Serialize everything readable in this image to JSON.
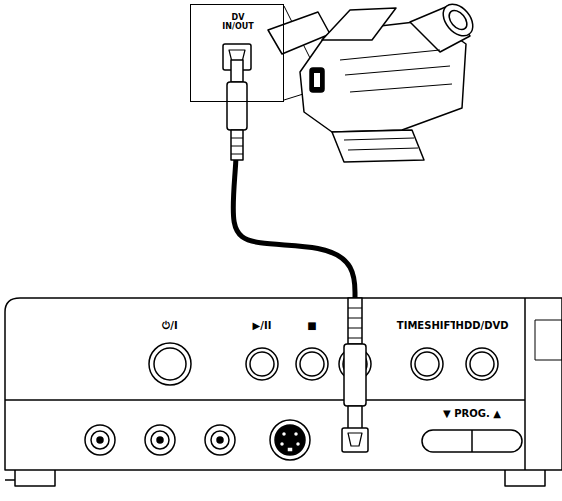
{
  "diagram": {
    "nodes": [
      {
        "text": [
          "DV IN/OUT"
        ]
      },
      {
        "text": [
          "⏻/I",
          "▶/II",
          "■",
          "TIMESHIFT",
          "HDD/DVD",
          "▼ PROG. ▲"
        ]
      }
    ],
    "edges": [
      {
        "from": 0,
        "to": 1,
        "arrow": "none"
      }
    ]
  }
}
